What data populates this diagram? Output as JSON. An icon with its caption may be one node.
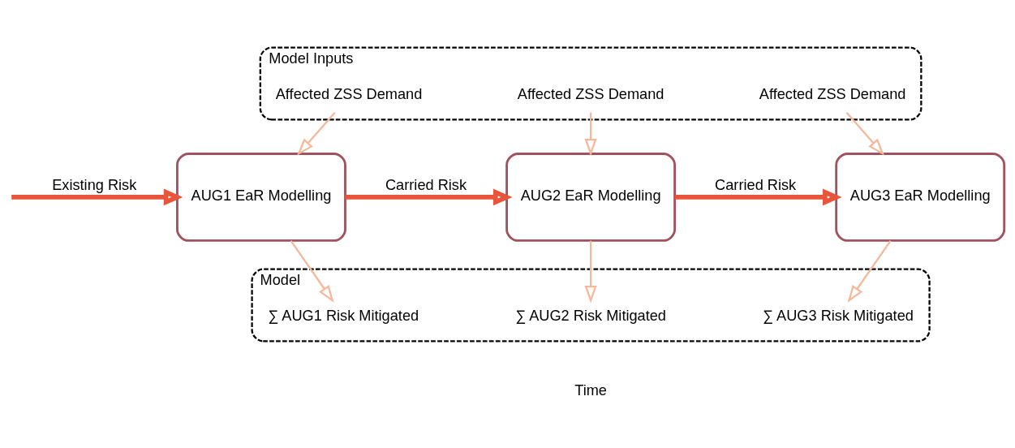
{
  "diagram": {
    "nodes": [
      {
        "text": [
          "Model Inputs"
        ]
      },
      {
        "text": [
          "Affected ZSS Demand"
        ],
        "in": 0
      },
      {
        "text": [
          "Affected ZSS Demand"
        ],
        "in": 0
      },
      {
        "text": [
          "Affected ZSS Demand"
        ],
        "in": 0
      },
      {
        "text": [
          "AUG1 EaR Modelling"
        ]
      },
      {
        "text": [
          "AUG2 EaR Modelling"
        ]
      },
      {
        "text": [
          "AUG3 EaR Modelling"
        ]
      },
      {
        "text": [
          "Model"
        ]
      },
      {
        "text": [
          "∑ AUG1 Risk Mitigated"
        ],
        "in": 7
      },
      {
        "text": [
          "∑ AUG2 Risk Mitigated"
        ],
        "in": 7
      },
      {
        "text": [
          "∑ AUG3 Risk Mitigated"
        ],
        "in": 7
      }
    ],
    "edges": [
      {
        "from": 1,
        "to": 4,
        "arrow": "to"
      },
      {
        "from": 2,
        "to": 5,
        "arrow": "to"
      },
      {
        "from": 3,
        "to": 6,
        "arrow": "to"
      },
      {
        "from": null,
        "to": 4,
        "arrow": "to",
        "label": "Existing Risk",
        "style": "thick",
        "color": "#e8553a"
      },
      {
        "from": 4,
        "to": 5,
        "arrow": "to",
        "label": "Carried Risk",
        "style": "thick",
        "color": "#e8553a"
      },
      {
        "from": 5,
        "to": 6,
        "arrow": "to",
        "label": "Carried Risk",
        "style": "thick",
        "color": "#e8553a"
      },
      {
        "from": 4,
        "to": 8,
        "arrow": "to"
      },
      {
        "from": 5,
        "to": 9,
        "arrow": "to"
      },
      {
        "from": 6,
        "to": 10,
        "arrow": "to"
      }
    ],
    "labels": [
      "Time"
    ]
  }
}
